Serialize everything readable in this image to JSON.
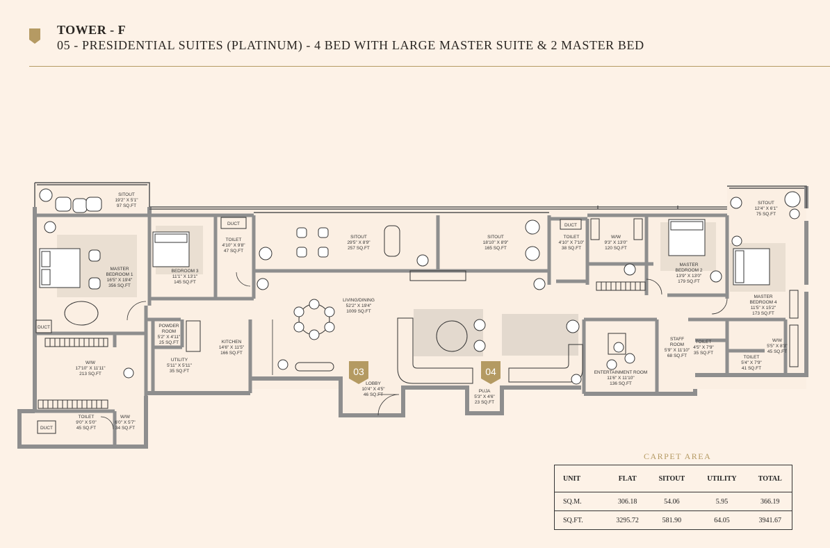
{
  "header": {
    "tower": "TOWER - F",
    "subtitle": "05 - PRESIDENTIAL SUITES (PLATINUM) - 4 BED WITH LARGE MASTER SUITE & 2 MASTER BED"
  },
  "colors": {
    "accent": "#b59a63",
    "wall": "#8e8e8e",
    "background": "#fdf2e7",
    "marker": "#b49a62"
  },
  "rooms": {
    "sitout_top_left": {
      "name": "SITOUT",
      "dims": "19'2\" X 5'1\"",
      "area": "97 SQ.FT"
    },
    "master_bedroom_1": {
      "name": "MASTER",
      "name2": "BEDROOM 1",
      "dims": "16'5\" X 19'4\"",
      "area": "356 SQ.FT"
    },
    "bedroom_3": {
      "name": "BEDROOM 3",
      "dims": "11'1\" X 13'1\"",
      "area": "145 SQ.FT"
    },
    "toilet_1": {
      "name": "TOILET",
      "dims": "4'10\" X 9'8\"",
      "area": "47 SQ.FT"
    },
    "sitout_mid_1": {
      "name": "SITOUT",
      "dims": "29'5\" X 8'9\"",
      "area": "257 SQ.FT"
    },
    "sitout_mid_2": {
      "name": "SITOUT",
      "dims": "18'10\" X 8'9\"",
      "area": "165 SQ.FT"
    },
    "toilet_2": {
      "name": "TOILET",
      "dims": "4'10\" X 7'10\"",
      "area": "38 SQ.FT"
    },
    "ww_top": {
      "name": "W/W",
      "dims": "9'3\" X 13'0\"",
      "area": "120 SQ.FT"
    },
    "master_bedroom_2": {
      "name": "MASTER",
      "name2": "BEDROOM 2",
      "dims": "13'9\" X 13'0\"",
      "area": "179 SQ.FT"
    },
    "sitout_top_right": {
      "name": "SITOUT",
      "dims": "12'4\" X 6'1\"",
      "area": "75 SQ.FT"
    },
    "master_bedroom_4": {
      "name": "MASTER",
      "name2": "BEDROOM 4",
      "dims": "11'5\" X 15'2\"",
      "area": "173 SQ.FT"
    },
    "living_dining": {
      "name": "LIVING/DINING",
      "dims": "52'2\" X 19'4\"",
      "area": "1009 SQ.FT"
    },
    "powder_room": {
      "name": "POWDER",
      "name2": "ROOM",
      "dims": "5'2\" X 4'11\"",
      "area": "25 SQ.FT"
    },
    "kitchen": {
      "name": "KITCHEN",
      "dims": "14'6\" X 11'5\"",
      "area": "166 SQ.FT"
    },
    "utility": {
      "name": "UTILITY",
      "dims": "5'11\" X 5'11\"",
      "area": "35 SQ.FT"
    },
    "ww_left": {
      "name": "W/W",
      "dims": "17'10\" X 11'11\"",
      "area": "213 SQ.FT"
    },
    "toilet_left": {
      "name": "TOILET",
      "dims": "9'0\" X 5'0\"",
      "area": "45 SQ.FT"
    },
    "ww_small": {
      "name": "W/W",
      "dims": "6'0\" X 5'7\"",
      "area": "34 SQ.FT"
    },
    "lobby": {
      "name": "LOBBY",
      "dims": "10'4\" X 4'5\"",
      "area": "46 SQ.FT"
    },
    "puja": {
      "name": "PUJA",
      "dims": "5'3\" X 4'6\"",
      "area": "23 SQ.FT"
    },
    "entertainment": {
      "name": "ENTERTAINMENT ROOM",
      "dims": "11'6\" X 11'10\"",
      "area": "136 SQ.FT"
    },
    "staff_room": {
      "name": "STAFF",
      "name2": "ROOM",
      "dims": "5'9\" X 11'10\"",
      "area": "68 SQ.FT"
    },
    "toilet_staff": {
      "name": "TOILET",
      "dims": "4'5\" X 7'9\"",
      "area": "35 SQ.FT"
    },
    "ww_right": {
      "name": "W/W",
      "dims": "5'5\" X 8'3\"",
      "area": "45 SQ.FT"
    },
    "toilet_right": {
      "name": "TOILET",
      "dims": "5'4\" X 7'9\"",
      "area": "41 SQ.FT"
    }
  },
  "ducts": [
    "DUCT",
    "DUCT",
    "DUCT",
    "DUCT"
  ],
  "markers": [
    "03",
    "04"
  ],
  "carpet_area": {
    "title": "CARPET AREA",
    "headers": [
      "UNIT",
      "FLAT",
      "SITOUT",
      "UTILITY",
      "TOTAL"
    ],
    "rows": [
      [
        "SQ.M.",
        "306.18",
        "54.06",
        "5.95",
        "366.19"
      ],
      [
        "SQ.FT.",
        "3295.72",
        "581.90",
        "64.05",
        "3941.67"
      ]
    ]
  }
}
